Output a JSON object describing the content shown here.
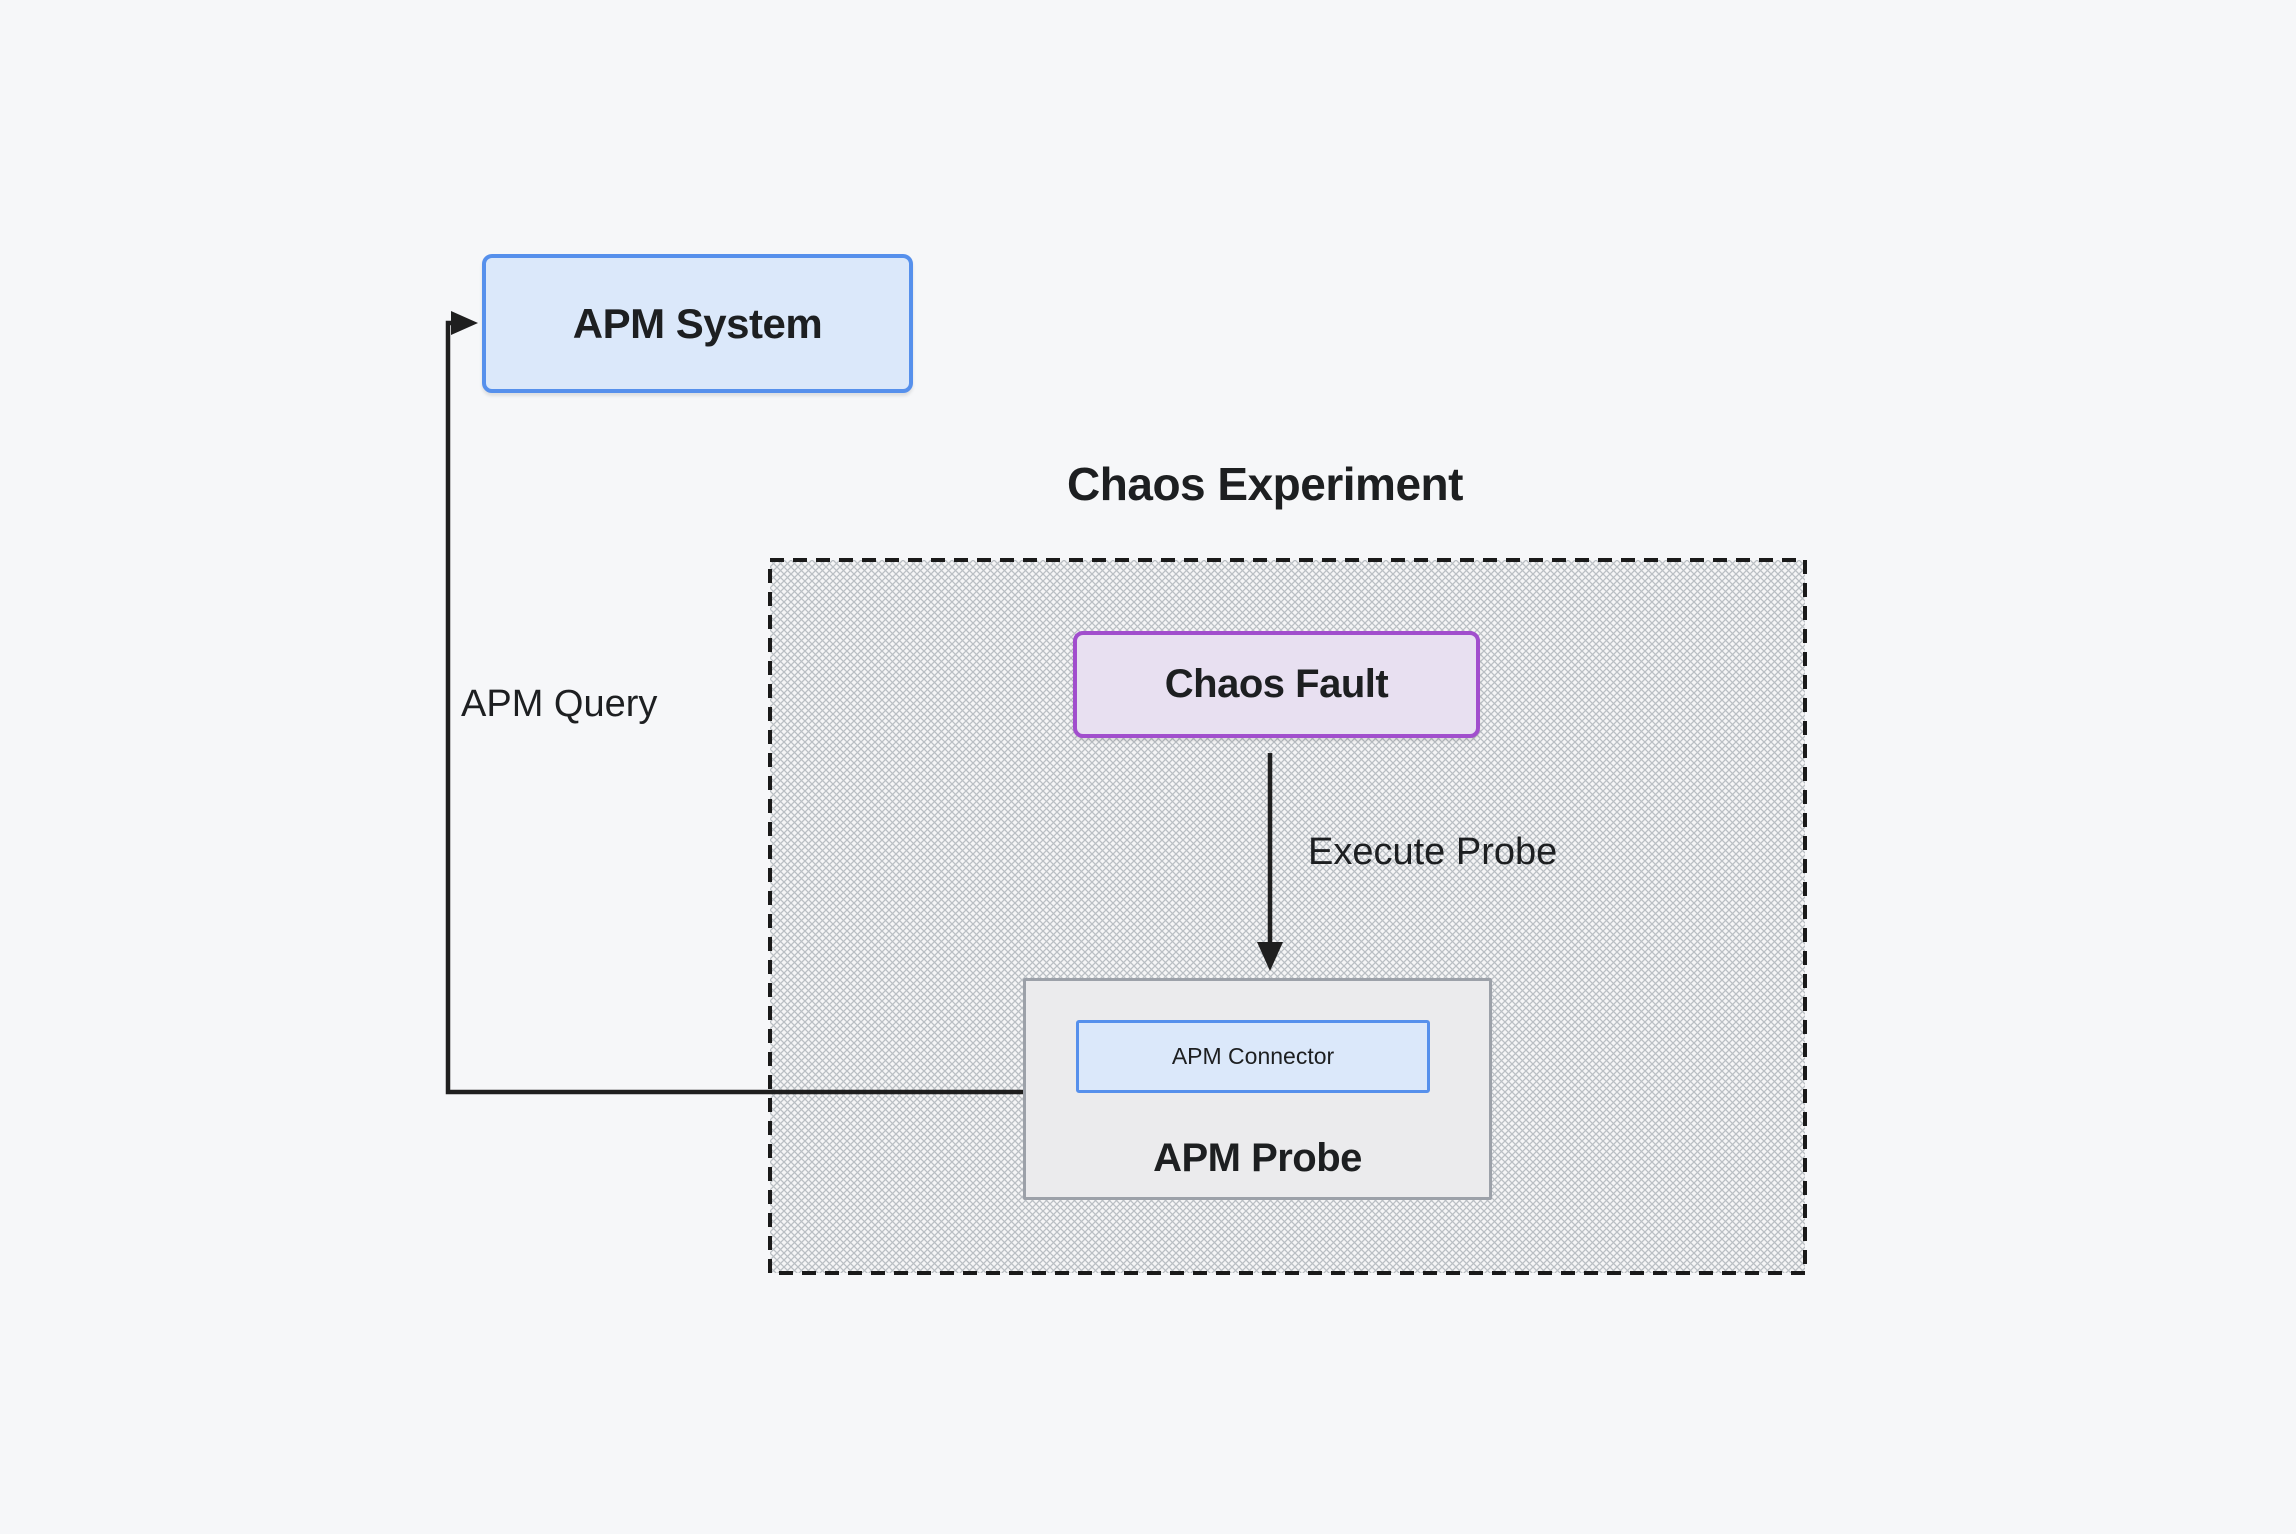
{
  "diagram": {
    "title": "Chaos Experiment",
    "nodes": {
      "apm_system": {
        "label": "APM System"
      },
      "chaos_fault": {
        "label": "Chaos Fault"
      },
      "apm_probe": {
        "label": "APM Probe"
      },
      "apm_connector": {
        "label": "APM Connector"
      }
    },
    "edges": {
      "apm_query": {
        "label": "APM Query",
        "from": "apm_probe",
        "to": "apm_system"
      },
      "execute_probe": {
        "label": "Execute Probe",
        "from": "chaos_fault",
        "to": "apm_probe"
      }
    },
    "colors": {
      "background": "#f6f7f9",
      "blue_border": "#5690ec",
      "blue_fill": "#dbe8fa",
      "purple_border": "#a14ecd",
      "purple_fill": "#e8e0f1",
      "gray_border": "#9ca1a9",
      "gray_fill": "#ebebed",
      "line": "#1f1f1f",
      "text": "#1d1f21"
    }
  }
}
